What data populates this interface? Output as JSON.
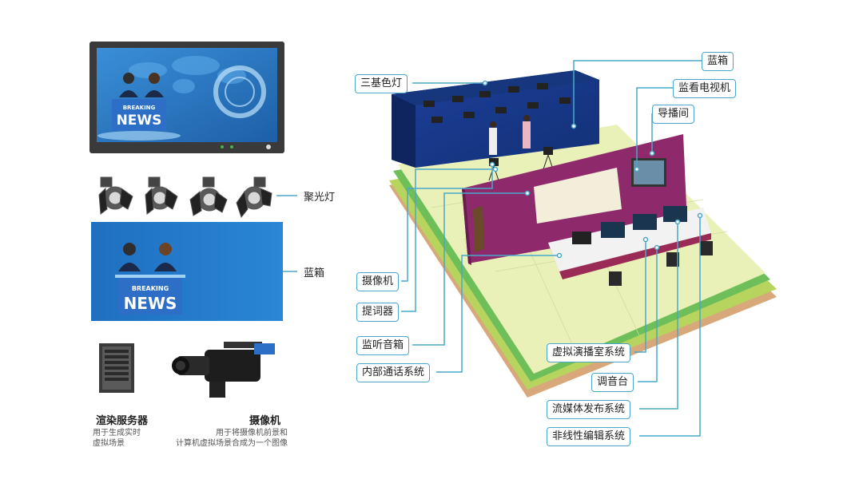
{
  "left": {
    "tv": {
      "breaking": "BREAKING",
      "news": "NEWS"
    },
    "spotlight_label": "聚光灯",
    "bluebox_label": "蓝箱",
    "bluebox_news": {
      "breaking": "BREAKING",
      "news": "NEWS"
    },
    "server": {
      "title": "渲染服务器",
      "desc_line1": "用于生成实时",
      "desc_line2": "虚拟场景"
    },
    "camera": {
      "title": "摄像机",
      "desc_line1": "用于将摄像机前景和",
      "desc_line2": "计算机虚拟场景合成为一个图像"
    }
  },
  "labels": {
    "rgb_light": "三基色灯",
    "blue_box": "蓝箱",
    "monitor_tv": "监看电视机",
    "director_room": "导播间",
    "camera": "摄像机",
    "teleprompter": "提词器",
    "monitor_speaker": "监听音箱",
    "intercom": "内部通话系统",
    "virtual_studio": "虚拟演播室系统",
    "mixer": "调音台",
    "streaming": "流媒体发布系统",
    "nle": "非线性编辑系统"
  },
  "colors": {
    "leader": "#4aa7c9",
    "blue_panel": "#1c5aa6",
    "magenta_wall": "#8e2a6c",
    "floor": "#e6edb4"
  }
}
